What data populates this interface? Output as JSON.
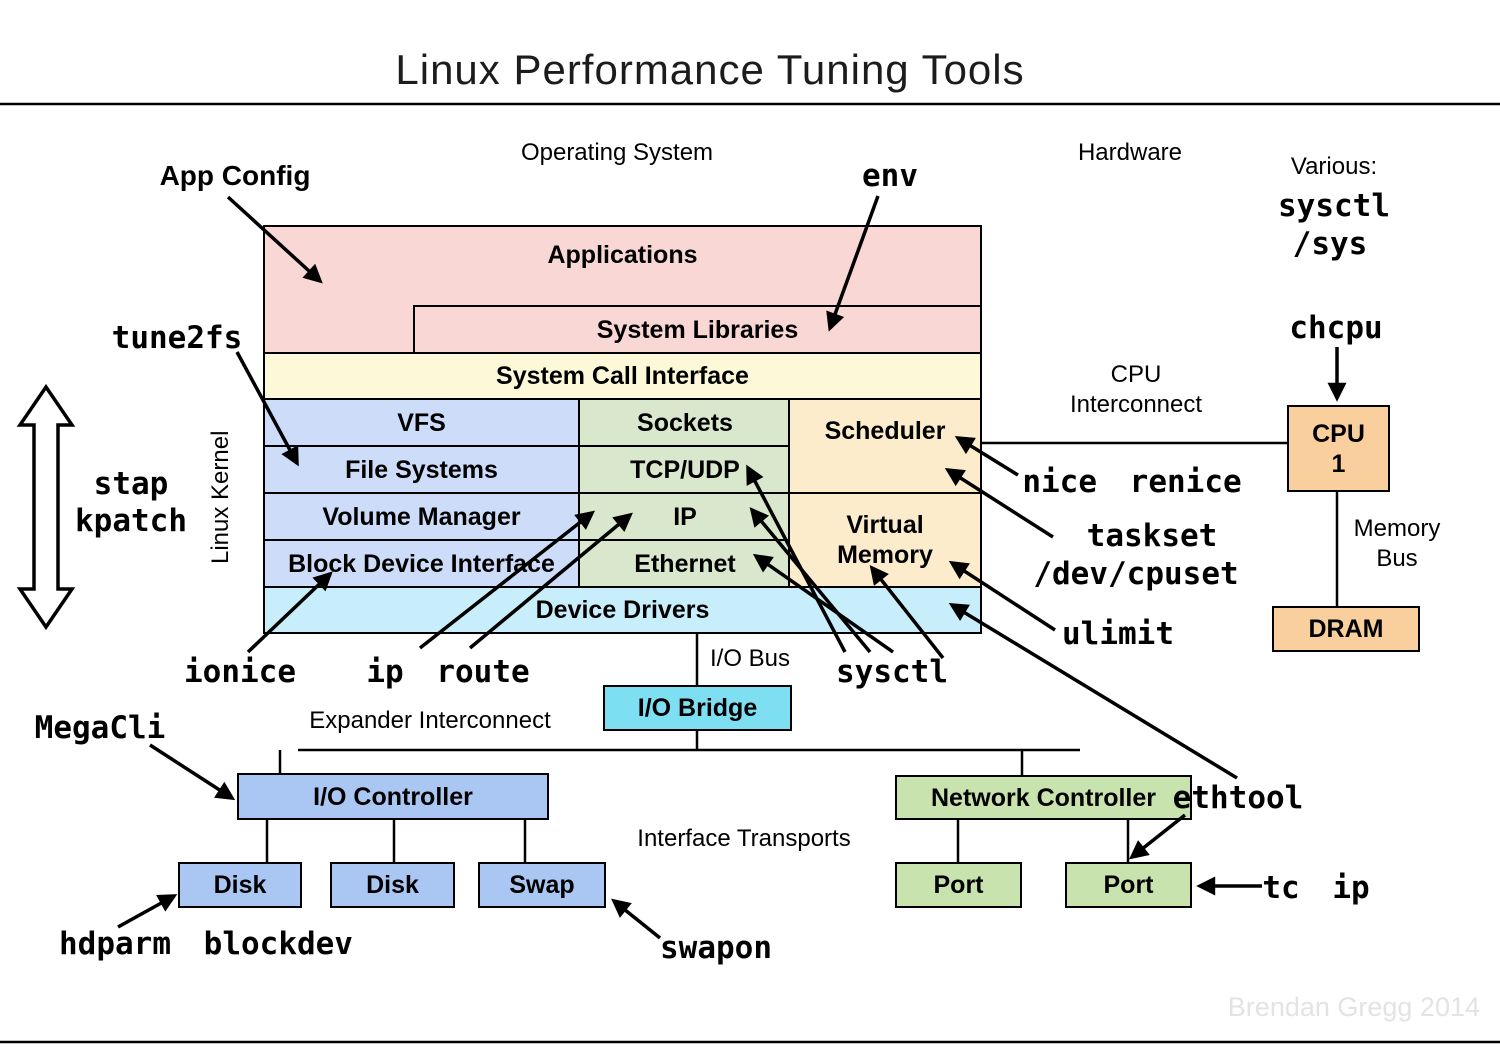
{
  "header": {
    "title": "Linux Performance Tuning Tools",
    "watermark": "Brendan Gregg 2014"
  },
  "sections": {
    "operating_system": "Operating System",
    "hardware": "Hardware"
  },
  "os_stack": {
    "applications": "Applications",
    "system_libraries": "System Libraries",
    "system_call_interface": "System Call Interface",
    "device_drivers": "Device Drivers"
  },
  "kernel": {
    "side_label": "Linux Kernel",
    "storage_rows": [
      "VFS",
      "File Systems",
      "Volume Manager",
      "Block Device Interface"
    ],
    "network_rows": [
      "Sockets",
      "TCP/UDP",
      "IP",
      "Ethernet"
    ],
    "scheduler": "Scheduler",
    "virtual_memory_lines": [
      "Virtual",
      "Memory"
    ]
  },
  "hardware_boxes": {
    "cpu_lines": [
      "CPU",
      "1"
    ],
    "dram": "DRAM",
    "io_bridge": "I/O Bridge",
    "io_controller": "I/O Controller",
    "disks": [
      "Disk",
      "Disk",
      "Swap"
    ],
    "network_controller": "Network Controller",
    "ports": [
      "Port",
      "Port"
    ]
  },
  "buses": {
    "cpu_interconnect_lines": [
      "CPU",
      "Interconnect"
    ],
    "memory_bus_lines": [
      "Memory",
      "Bus"
    ],
    "io_bus": "I/O Bus",
    "expander_interconnect": "Expander Interconnect",
    "interface_transports": "Interface Transports"
  },
  "tools": {
    "various": "Various:",
    "sysctl_top": "sysctl",
    "sys_top": "/sys",
    "chcpu": "chcpu",
    "app_config": "App Config",
    "env": "env",
    "tune2fs": "tune2fs",
    "stap": "stap",
    "kpatch": "kpatch",
    "ionice": "ionice",
    "ip_route": "ip route",
    "sysctl_mid": "sysctl",
    "nice_renice": "nice renice",
    "taskset": "taskset",
    "dev_cpuset": "/dev/cpuset",
    "ulimit": "ulimit",
    "ethtool": "ethtool",
    "tc_ip": "tc ip",
    "megacli": "MegaCli",
    "hdparm_blockdev": "hdparm blockdev",
    "swapon": "swapon"
  },
  "colors": {
    "pink": "#F9D7D4",
    "pale_yellow": "#FCF8D8",
    "light_blue": "#CDDCF8",
    "light_green": "#D9E7CC",
    "peach": "#FCECCB",
    "light_cyan": "#C8EDFB",
    "bright_cyan": "#7FDFF2",
    "mid_blue": "#AAC6F2",
    "mid_green": "#C8E3AE",
    "orange": "#F9CF9E",
    "line": "#000000"
  }
}
